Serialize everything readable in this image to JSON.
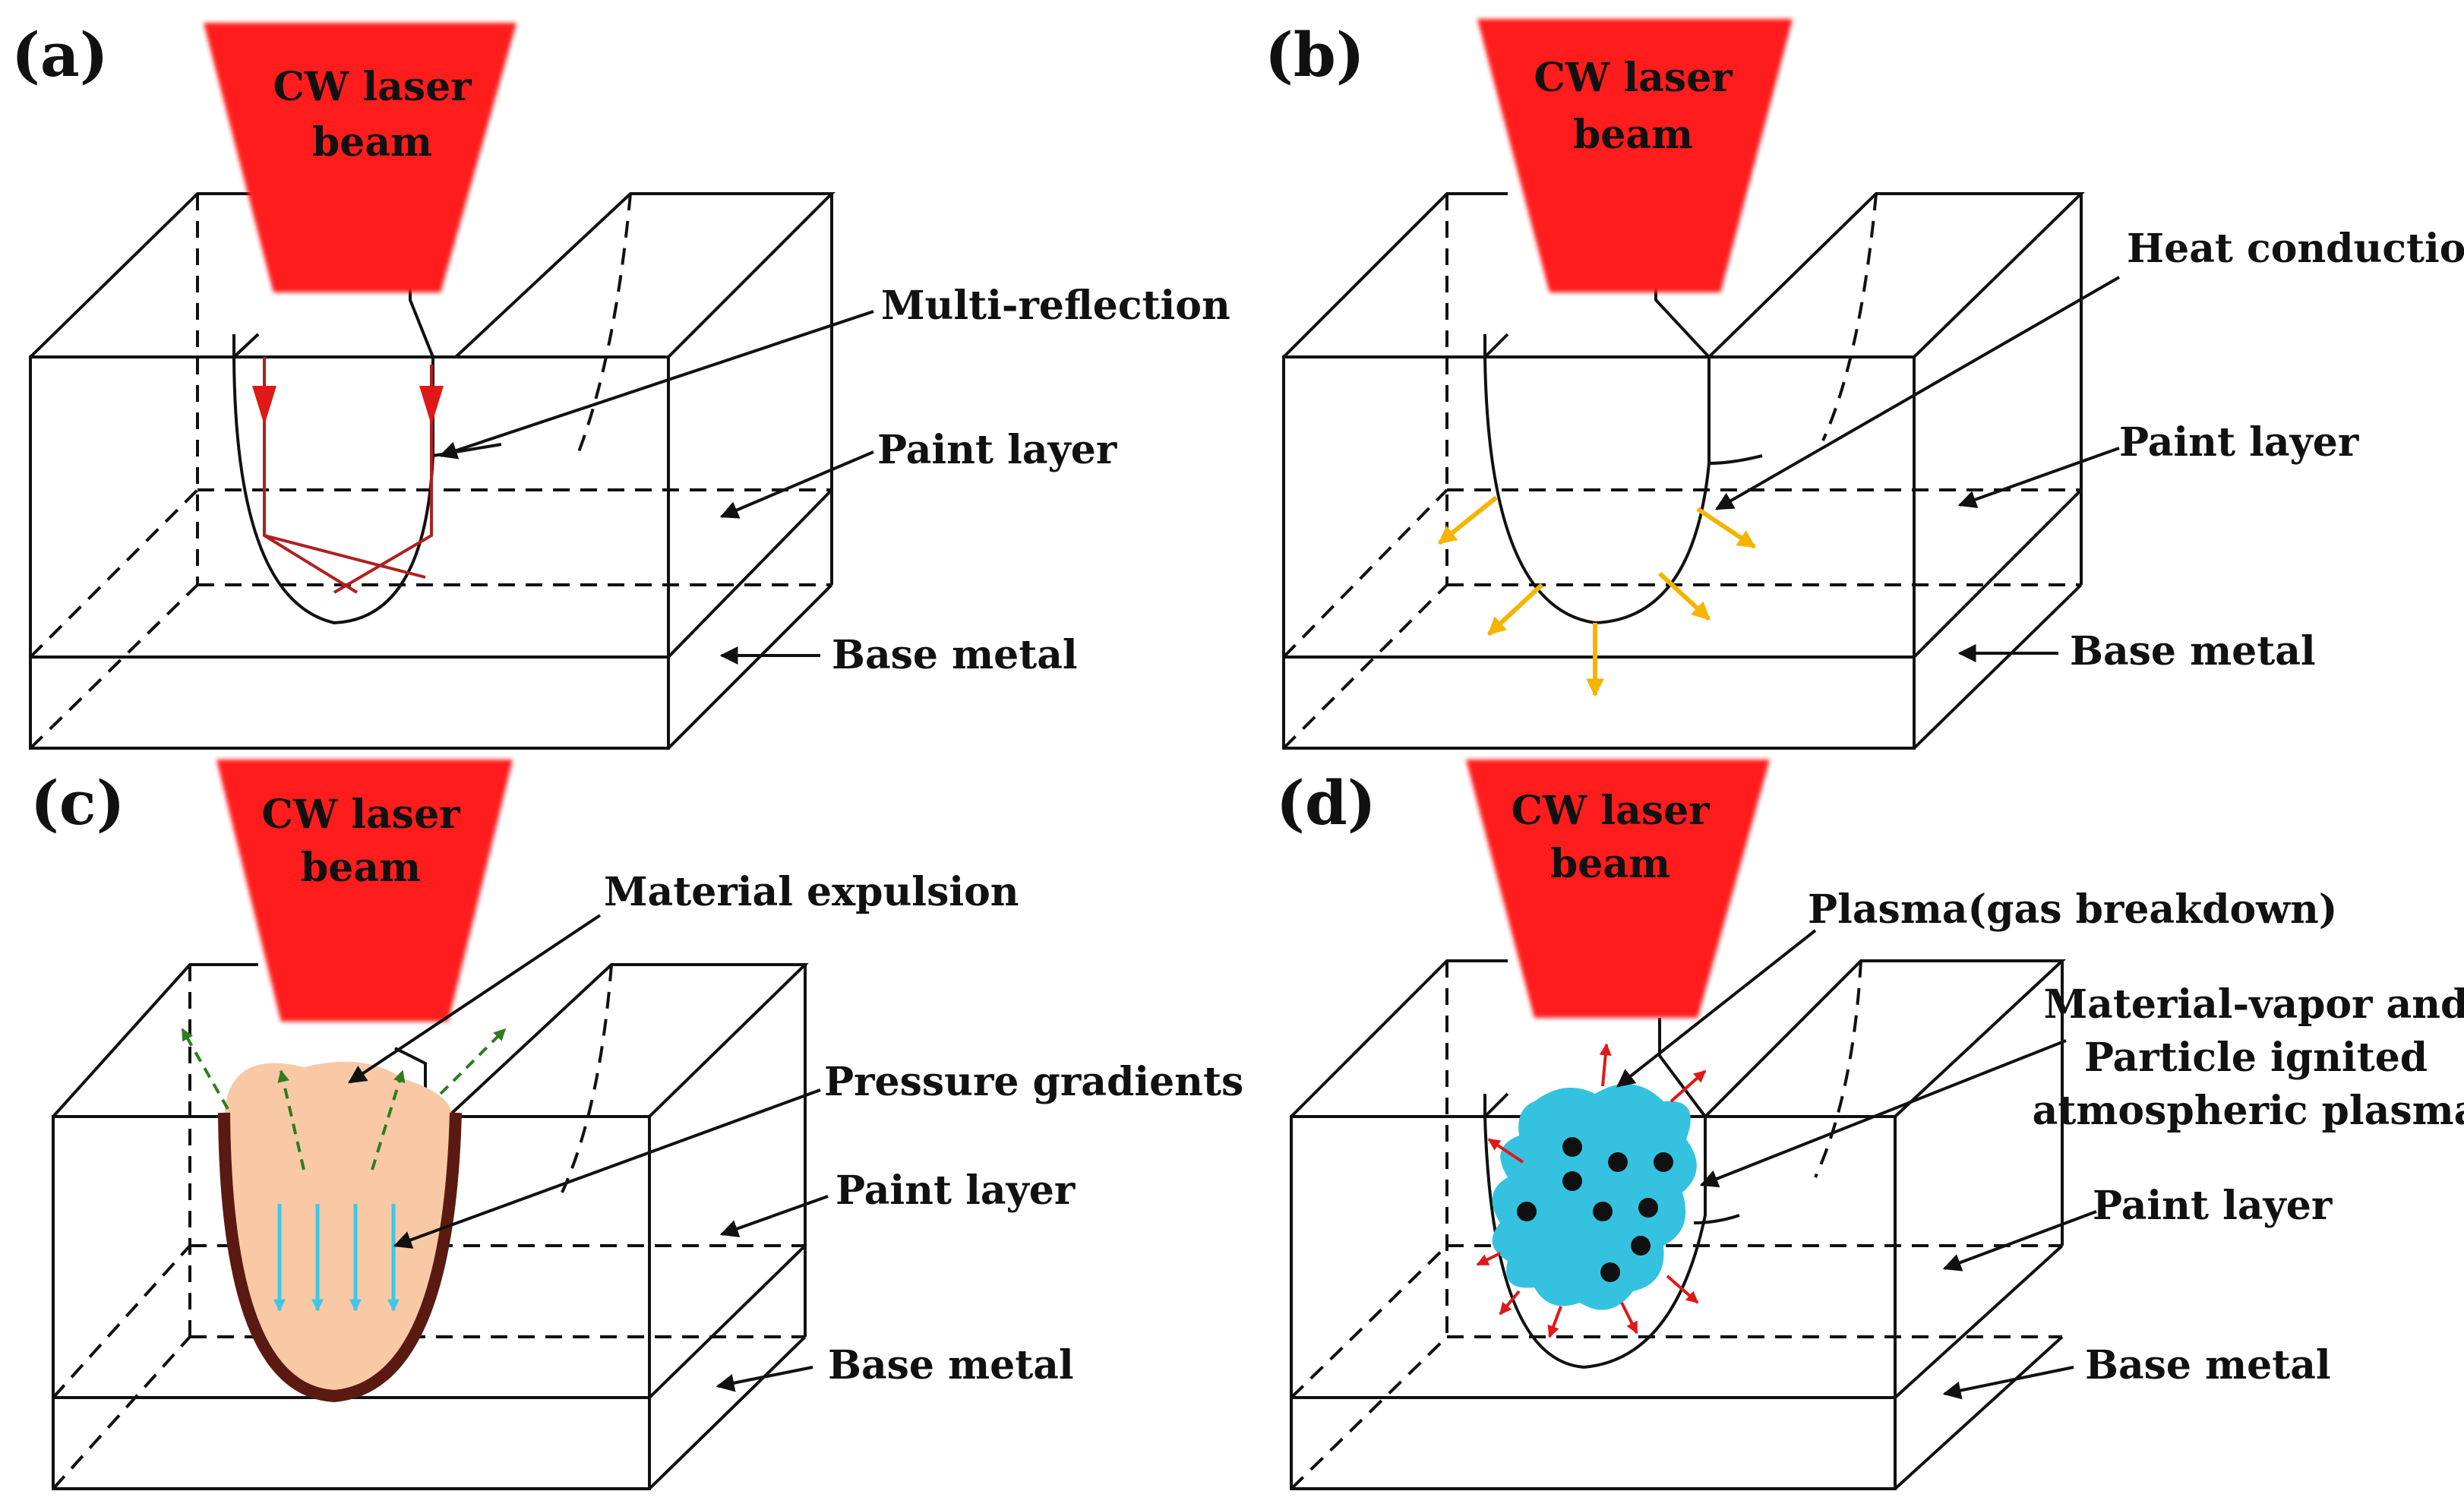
{
  "colors": {
    "beam": "#ff1a1a",
    "ray": "#b02020",
    "heat_arrow": "#f5b400",
    "expulsion_arrow": "#2e7d1f",
    "pressure_arrow": "#3ec7e8",
    "melt_fill": "#f9c9a6",
    "melt_wall": "#5a1a12",
    "plasma": "#35c2e0",
    "spark": "#e01818",
    "line": "#111111"
  },
  "panels": [
    {
      "label": "(a)",
      "beam_text": [
        "CW laser",
        "beam"
      ],
      "annotations": [
        "Multi-reflection",
        "Paint layer",
        "Base metal"
      ]
    },
    {
      "label": "(b)",
      "beam_text": [
        "CW laser",
        "beam"
      ],
      "annotations": [
        "Heat conduction",
        "Paint layer",
        "Base metal"
      ]
    },
    {
      "label": "(c)",
      "beam_text": [
        "CW laser",
        "beam"
      ],
      "annotations": [
        "Material expulsion",
        "Pressure gradients",
        "Paint layer",
        "Base metal"
      ]
    },
    {
      "label": "(d)",
      "beam_text": [
        "CW laser",
        "beam"
      ],
      "annotations": [
        "Plasma(gas breakdown)",
        "Material-vapor  and",
        "Particle ignited",
        "atmospheric plasma",
        "Paint layer",
        "Base metal"
      ]
    }
  ]
}
